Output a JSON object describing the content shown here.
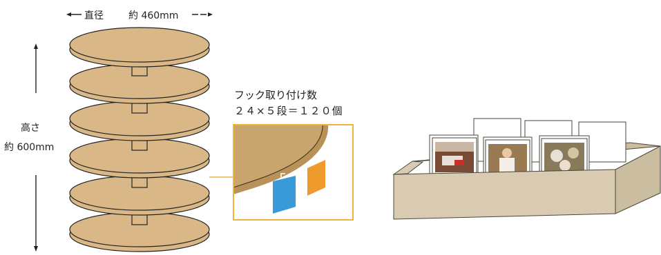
{
  "diameter": {
    "label": "直径",
    "value": "約 460mm"
  },
  "height": {
    "label": "高さ",
    "value": "約 600mm"
  },
  "hooks": {
    "title": "フック取り付け数",
    "count": "２４×５段＝１２０個"
  },
  "colors": {
    "disc_fill": "#d9b786",
    "disc_stroke": "#222222",
    "post_fill": "#d9b786",
    "zoom_frame": "#f0b43c",
    "zoom_shelf": "#c9a56e",
    "tag_blue": "#3a9ad9",
    "tag_orange": "#ef9a2c",
    "box_front": "#d8cbb1",
    "box_side": "#cbbd9f",
    "card_fill": "#ffffff"
  },
  "icons": {
    "arrow_left": "arrow-left-icon",
    "arrow_right": "arrow-right-icon",
    "arrow_up": "arrow-up-icon",
    "arrow_down": "arrow-down-icon"
  }
}
